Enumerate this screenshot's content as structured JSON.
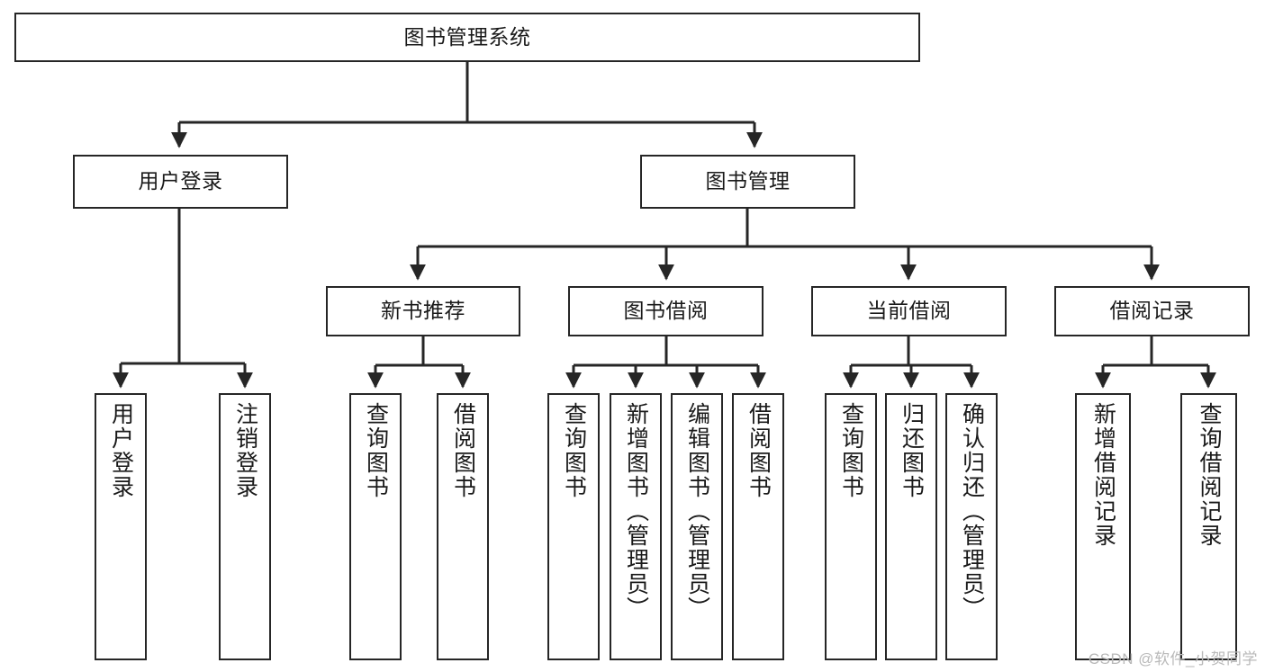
{
  "diagram": {
    "type": "tree",
    "title": "图书管理系统",
    "watermark": "CSDN @软件_小贺同学",
    "colors": {
      "border": "#262626",
      "background": "#ffffff",
      "text": "#1a1a1a",
      "watermark": "#b9b9b9"
    },
    "nodes": {
      "root": {
        "label": "图书管理系统"
      },
      "level2": [
        {
          "label": "用户登录"
        },
        {
          "label": "图书管理"
        }
      ],
      "level3": [
        {
          "label": "新书推荐"
        },
        {
          "label": "图书借阅"
        },
        {
          "label": "当前借阅"
        },
        {
          "label": "借阅记录"
        }
      ],
      "leaves": [
        {
          "label": "用户登录"
        },
        {
          "label": "注销登录"
        },
        {
          "label": "查询图书"
        },
        {
          "label": "借阅图书"
        },
        {
          "label": "查询图书"
        },
        {
          "label": "新增图书（管理员）"
        },
        {
          "label": "编辑图书（管理员）"
        },
        {
          "label": "借阅图书"
        },
        {
          "label": "查询图书"
        },
        {
          "label": "归还图书"
        },
        {
          "label": "确认归还（管理员）"
        },
        {
          "label": "新增借阅记录"
        },
        {
          "label": "查询借阅记录"
        }
      ]
    }
  }
}
